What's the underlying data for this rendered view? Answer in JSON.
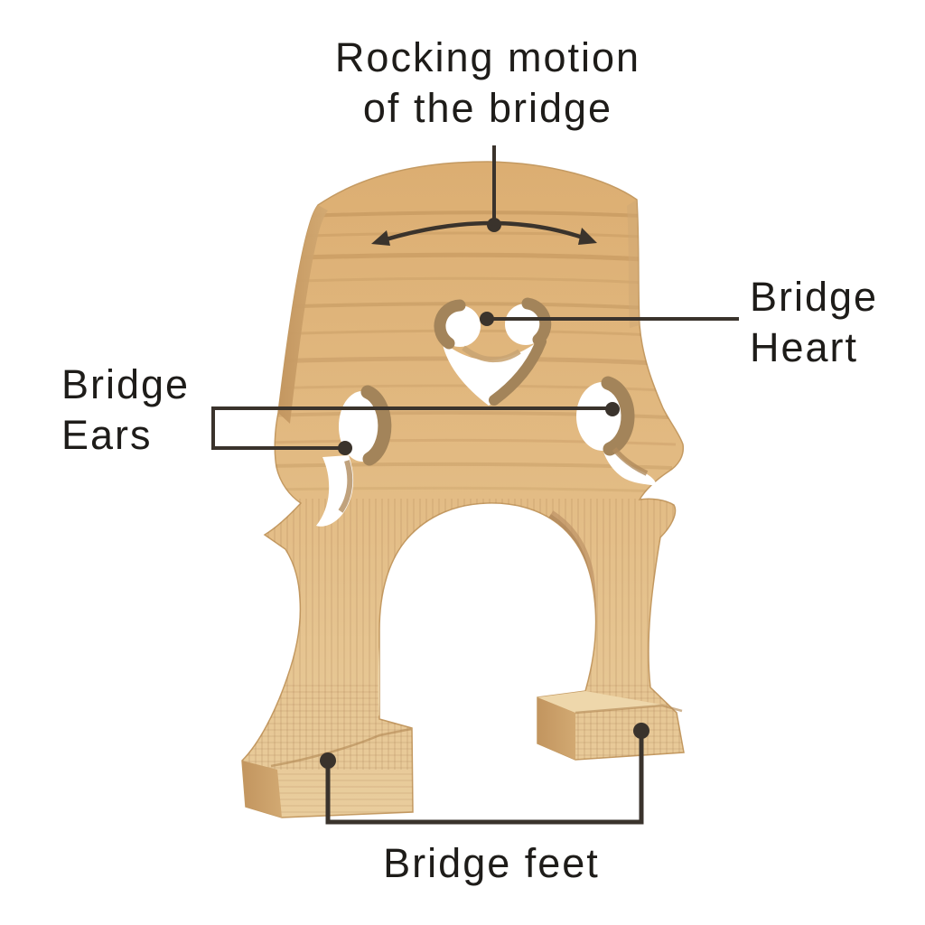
{
  "title": {
    "line1": "Rocking motion",
    "line2": "of the bridge"
  },
  "labels": {
    "heart": {
      "line1": "Bridge",
      "line2": "Heart"
    },
    "ears": {
      "line1": "Bridge",
      "line2": "Ears"
    },
    "feet": {
      "text": "Bridge feet"
    }
  },
  "pointers": {
    "rocking": "curved-double-arrow",
    "heart": "leader-line-with-dot",
    "ears": "bracket-with-two-dots",
    "feet": "bracket-with-two-dots"
  },
  "colors": {
    "background": "#ffffff",
    "text": "#1e1c19",
    "annotation": "#3a332c",
    "wood_light": "#ead0a2",
    "wood_mid": "#ddb177",
    "wood_side": "#c79e69",
    "hole_wall": "#a3845a"
  }
}
